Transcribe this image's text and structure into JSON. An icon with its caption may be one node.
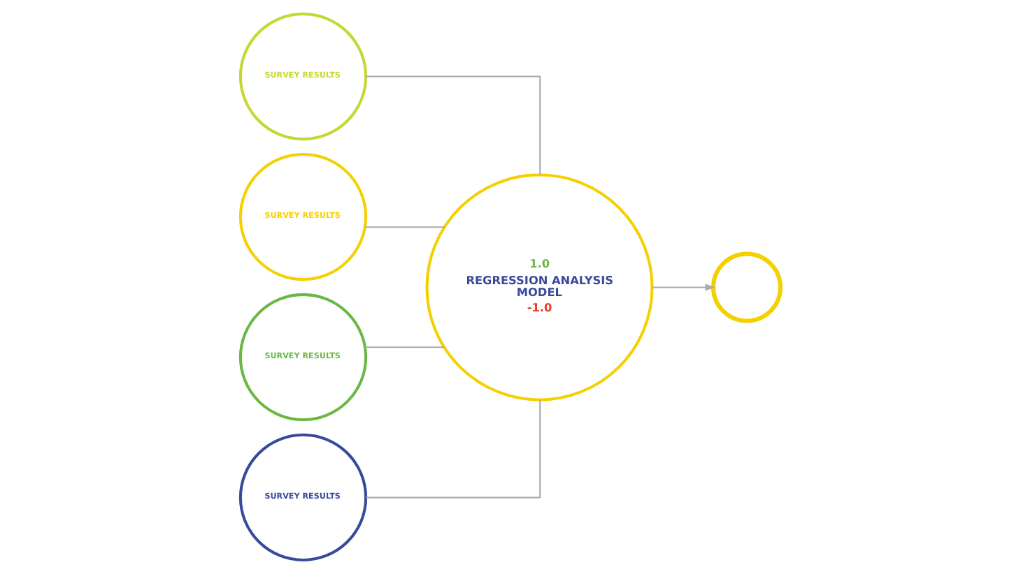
{
  "diagram": {
    "nodes": [
      {
        "text": [
          "SURVEY RESULTS"
        ]
      },
      {
        "text": [
          "SURVEY RESULTS"
        ]
      },
      {
        "text": [
          "SURVEY RESULTS"
        ]
      },
      {
        "text": [
          "SURVEY RESULTS"
        ]
      },
      {
        "text": [
          "1.0",
          "REGRESSION ANALYSIS MODEL",
          "-1.0"
        ]
      },
      {
        "text": [],
        "shape": "circle"
      }
    ],
    "edges": [
      {
        "from": 0,
        "to": 4,
        "arrow": "none"
      },
      {
        "from": 1,
        "to": 4,
        "arrow": "none"
      },
      {
        "from": 2,
        "to": 4,
        "arrow": "none"
      },
      {
        "from": 3,
        "to": 4,
        "arrow": "none"
      },
      {
        "from": 4,
        "to": 5,
        "arrow": "to"
      }
    ]
  }
}
